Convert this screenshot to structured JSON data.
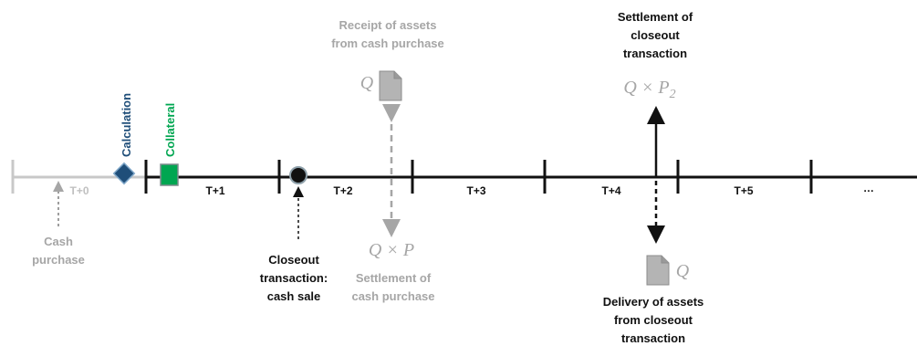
{
  "timeline": {
    "days": [
      "T+0",
      "T+1",
      "T+2",
      "T+3",
      "T+4",
      "T+5",
      "…"
    ]
  },
  "markers": {
    "calculation": {
      "label": "Calculation",
      "color": "#1f4e79"
    },
    "collateral": {
      "label": "Collateral",
      "color": "#00a651"
    }
  },
  "cash_purchase": {
    "line1": "Cash",
    "line2": "purchase"
  },
  "closeout": {
    "line1": "Closeout",
    "line2": "transaction:",
    "line3": "cash sale"
  },
  "receipt": {
    "line1": "Receipt of assets",
    "line2": "from cash purchase",
    "quantity": "Q"
  },
  "settlement_cash": {
    "formula": "Q × P",
    "line1": "Settlement of",
    "line2": "cash purchase"
  },
  "settlement_closeout": {
    "line1": "Settlement of",
    "line2": "closeout",
    "line3": "transaction",
    "formula_main": "Q × P",
    "formula_sub": "2"
  },
  "delivery": {
    "quantity": "Q",
    "line1": "Delivery of assets",
    "line2": "from closeout",
    "line3": "transaction"
  },
  "colors": {
    "gray": "#a6a6a6",
    "dark": "#111111"
  }
}
